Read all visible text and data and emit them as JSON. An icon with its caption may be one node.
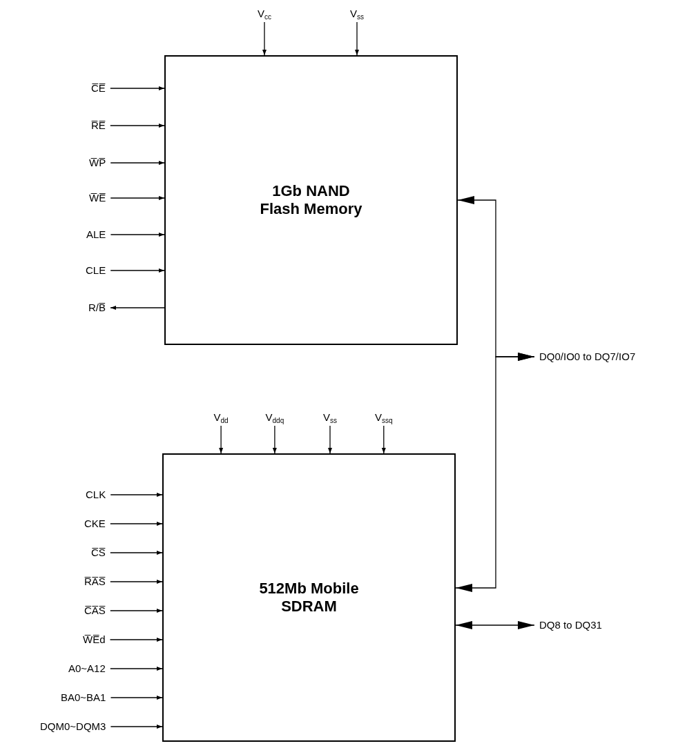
{
  "diagram": {
    "nodes": [
      {
        "text": [
          "1Gb NAND Flash Memory"
        ]
      },
      {
        "text": [
          "V$_{cc}$"
        ]
      },
      {
        "text": [
          "V$_{ss}$"
        ]
      },
      {
        "text": [
          "C̅E̅"
        ]
      },
      {
        "text": [
          "R̅E̅"
        ]
      },
      {
        "text": [
          "W̅P̅"
        ]
      },
      {
        "text": [
          "W̅E̅"
        ]
      },
      {
        "text": [
          "ALE"
        ]
      },
      {
        "text": [
          "CLE"
        ]
      },
      {
        "text": [
          "R/B̅"
        ]
      },
      {
        "text": [
          "512Mb Mobile SDRAM"
        ]
      },
      {
        "text": [
          "V$_{dd}$"
        ]
      },
      {
        "text": [
          "V$_{ddq}$"
        ]
      },
      {
        "text": [
          "V$_{ss}$"
        ]
      },
      {
        "text": [
          "V$_{ssq}$"
        ]
      },
      {
        "text": [
          "CLK"
        ]
      },
      {
        "text": [
          "CKE"
        ]
      },
      {
        "text": [
          "C̅S̅"
        ]
      },
      {
        "text": [
          "R̅A̅S̅"
        ]
      },
      {
        "text": [
          "C̅A̅S̅"
        ]
      },
      {
        "text": [
          "W̅E̅d"
        ]
      },
      {
        "text": [
          "A0~A12"
        ]
      },
      {
        "text": [
          "BA0~BA1"
        ]
      },
      {
        "text": [
          "DQM0~DQM3"
        ]
      },
      {
        "text": [
          "DQ0/IO0 to DQ7/IO7"
        ]
      },
      {
        "text": [
          "DQ8 to DQ31"
        ]
      }
    ],
    "edges": [
      {
        "from": 1,
        "to": 0,
        "arrow": "to"
      },
      {
        "from": 2,
        "to": 0,
        "arrow": "to"
      },
      {
        "from": 3,
        "to": 0,
        "arrow": "to"
      },
      {
        "from": 4,
        "to": 0,
        "arrow": "to"
      },
      {
        "from": 5,
        "to": 0,
        "arrow": "to"
      },
      {
        "from": 6,
        "to": 0,
        "arrow": "to"
      },
      {
        "from": 7,
        "to": 0,
        "arrow": "to"
      },
      {
        "from": 8,
        "to": 0,
        "arrow": "to"
      },
      {
        "from": 0,
        "to": 9,
        "arrow": "to"
      },
      {
        "from": 11,
        "to": 10,
        "arrow": "to"
      },
      {
        "from": 12,
        "to": 10,
        "arrow": "to"
      },
      {
        "from": 13,
        "to": 10,
        "arrow": "to"
      },
      {
        "from": 14,
        "to": 10,
        "arrow": "to"
      },
      {
        "from": 15,
        "to": 10,
        "arrow": "to"
      },
      {
        "from": 16,
        "to": 10,
        "arrow": "to"
      },
      {
        "from": 17,
        "to": 10,
        "arrow": "to"
      },
      {
        "from": 18,
        "to": 10,
        "arrow": "to"
      },
      {
        "from": 19,
        "to": 10,
        "arrow": "to"
      },
      {
        "from": 20,
        "to": 10,
        "arrow": "to"
      },
      {
        "from": 21,
        "to": 10,
        "arrow": "to"
      },
      {
        "from": 22,
        "to": 10,
        "arrow": "to"
      },
      {
        "from": 23,
        "to": 10,
        "arrow": "to"
      },
      {
        "from": 0,
        "to": 24,
        "arrow": "both"
      },
      {
        "from": 10,
        "to": 24,
        "arrow": "both"
      },
      {
        "from": 10,
        "to": 25,
        "arrow": "both"
      }
    ]
  }
}
